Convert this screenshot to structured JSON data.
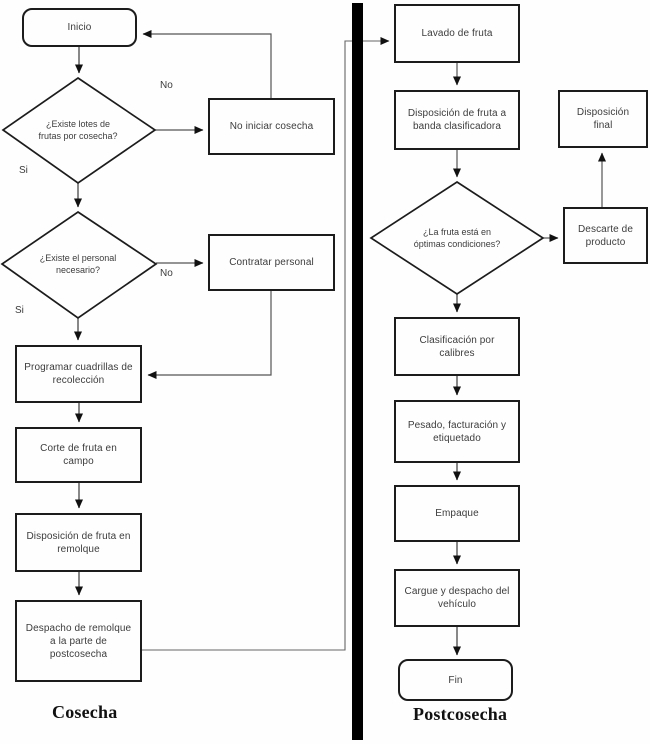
{
  "colors": {
    "line": "#555555",
    "shape_border": "#1c1c1c",
    "separator": "#000000"
  },
  "cosecha": {
    "section_label": "Cosecha",
    "inicio": "Inicio",
    "decision_lotes": "¿Existe lotes de frutas por cosecha?",
    "no_iniciar": "No iniciar cosecha",
    "decision_personal": "¿Existe el personal necesario?",
    "contratar": "Contratar personal",
    "programar": "Programar cuadrillas de recolección",
    "corte": "Corte de fruta en campo",
    "disposicion_remolque": "Disposición de fruta en remolque",
    "despacho": "Despacho de remolque a la parte de postcosecha",
    "no1": "No",
    "si1": "Si",
    "no2": "No",
    "si2": "Si"
  },
  "postcosecha": {
    "section_label": "Postcosecha",
    "lavado": "Lavado de fruta",
    "banda": "Disposición de fruta a banda clasificadora",
    "decision_fruta": "¿La fruta está en óptimas condiciones?",
    "descarte": "Descarte de producto",
    "disposicion_final": "Disposición final",
    "clasificacion": "Clasificación por calibres",
    "pesado": "Pesado, facturación y etiquetado",
    "empaque": "Empaque",
    "cargue": "Cargue y despacho del vehículo",
    "fin": "Fin"
  }
}
